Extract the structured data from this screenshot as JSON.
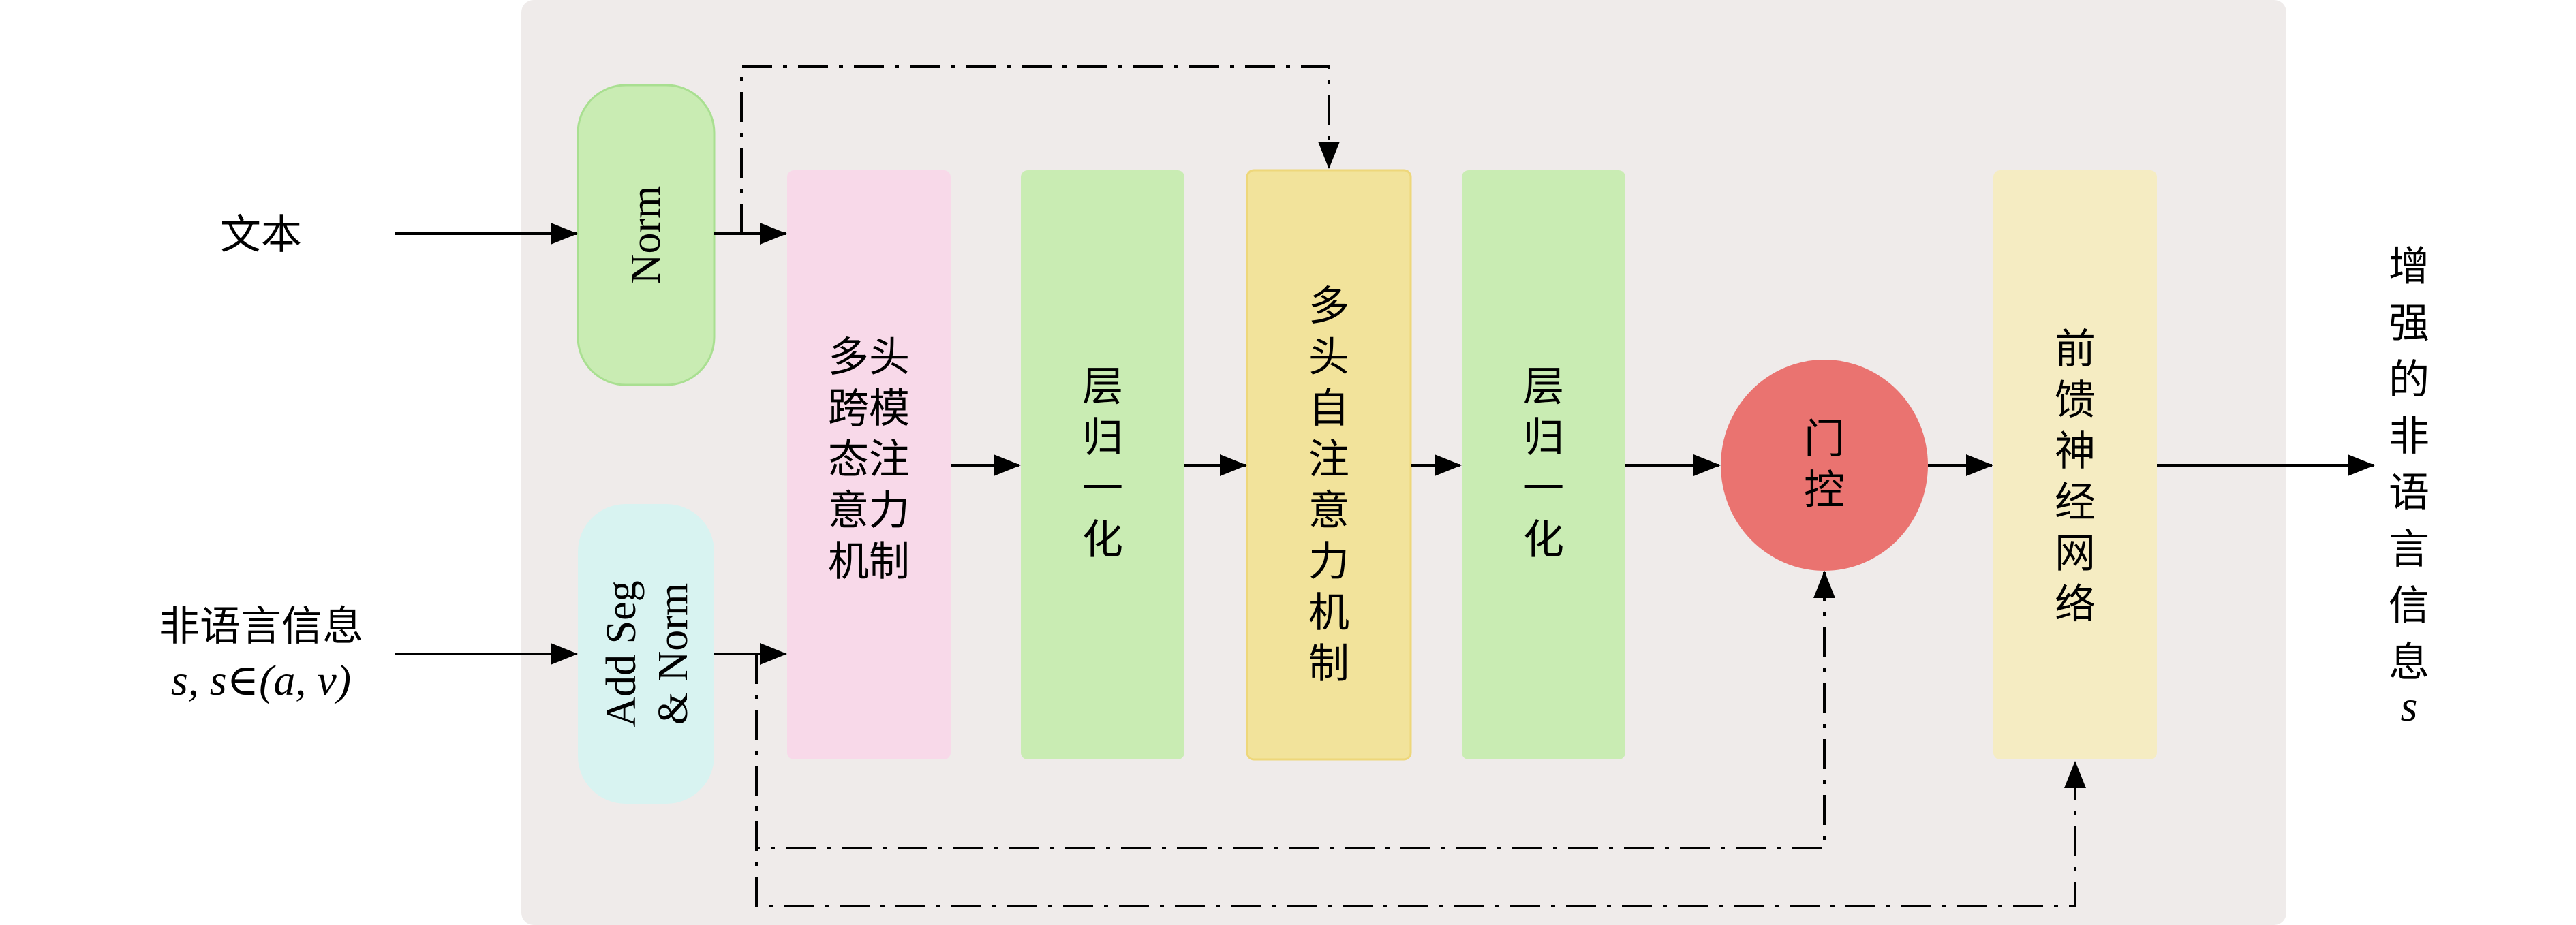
{
  "inputs": {
    "text": "文本",
    "nonverbal": "非语言信息",
    "nonverbal_formula": "s, s∈(a, v)"
  },
  "blocks": {
    "norm": "Norm",
    "add_seg_1": "Add Seg",
    "add_seg_2": "& Norm",
    "cross_attention": [
      "多头",
      "跨模",
      "态注",
      "意力",
      "机制"
    ],
    "layer_norm_1": [
      "层",
      "归",
      "一",
      "化"
    ],
    "self_attention": [
      "多",
      "头",
      "自",
      "注",
      "意",
      "力",
      "机",
      "制"
    ],
    "layer_norm_2": [
      "层",
      "归",
      "一",
      "化"
    ],
    "gate": [
      "门",
      "控"
    ],
    "ffn": [
      "前",
      "馈",
      "神",
      "经",
      "网",
      "络"
    ]
  },
  "output": {
    "chars": [
      "增",
      "强",
      "的",
      "非",
      "语",
      "言",
      "信",
      "息"
    ],
    "symbol": "s"
  },
  "colors": {
    "background_panel": "#efebea",
    "norm": "#c9ecb3",
    "add_seg": "#d8f3f1",
    "cross_attention": "#f8d9e9",
    "layer_norm": "#c9ecb3",
    "self_attention": "#f2e39b",
    "gate": "#ea7370",
    "ffn": "#f5ecc2"
  }
}
